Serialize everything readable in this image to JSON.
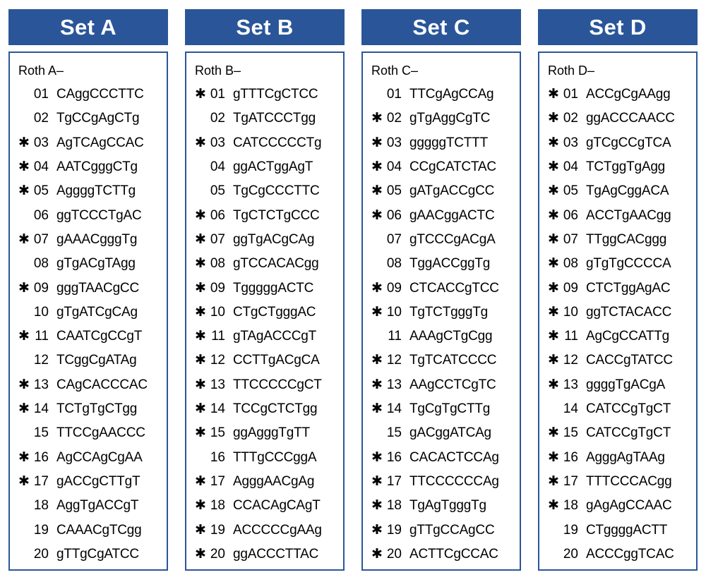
{
  "accent_color": "#2a5699",
  "background_color": "#ffffff",
  "text_color": "#000000",
  "star_glyph": "✱",
  "sets": [
    {
      "header": "Set A",
      "subtitle": "Roth A–",
      "rows": [
        {
          "star": "",
          "index": "01",
          "sequence": "CAggCCCTTC"
        },
        {
          "star": "",
          "index": "02",
          "sequence": "TgCCgAgCTg"
        },
        {
          "star": "✱",
          "index": "03",
          "sequence": "AgTCAgCCAC"
        },
        {
          "star": "✱",
          "index": "04",
          "sequence": "AATCgggCTg"
        },
        {
          "star": "✱",
          "index": "05",
          "sequence": "AggggTCTTg"
        },
        {
          "star": "",
          "index": "06",
          "sequence": "ggTCCCTgAC"
        },
        {
          "star": "✱",
          "index": "07",
          "sequence": "gAAACgggTg"
        },
        {
          "star": "",
          "index": "08",
          "sequence": "gTgACgTAgg"
        },
        {
          "star": "✱",
          "index": "09",
          "sequence": "gggTAACgCC"
        },
        {
          "star": "",
          "index": "10",
          "sequence": "gTgATCgCAg"
        },
        {
          "star": "✱",
          "index": "11",
          "sequence": "CAATCgCCgT"
        },
        {
          "star": "",
          "index": "12",
          "sequence": "TCggCgATAg"
        },
        {
          "star": "✱",
          "index": "13",
          "sequence": "CAgCACCCAC"
        },
        {
          "star": "✱",
          "index": "14",
          "sequence": "TCTgTgCTgg"
        },
        {
          "star": "",
          "index": "15",
          "sequence": "TTCCgAACCC"
        },
        {
          "star": "✱",
          "index": "16",
          "sequence": "AgCCAgCgAA"
        },
        {
          "star": "✱",
          "index": "17",
          "sequence": "gACCgCTTgT"
        },
        {
          "star": "",
          "index": "18",
          "sequence": "AggTgACCgT"
        },
        {
          "star": "",
          "index": "19",
          "sequence": "CAAACgTCgg"
        },
        {
          "star": "",
          "index": "20",
          "sequence": "gTTgCgATCC"
        }
      ]
    },
    {
      "header": "Set B",
      "subtitle": "Roth B–",
      "rows": [
        {
          "star": "✱",
          "index": "01",
          "sequence": "gTTTCgCTCC"
        },
        {
          "star": "",
          "index": "02",
          "sequence": "TgATCCCTgg"
        },
        {
          "star": "✱",
          "index": "03",
          "sequence": "CATCCCCCTg"
        },
        {
          "star": "",
          "index": "04",
          "sequence": "ggACTggAgT"
        },
        {
          "star": "",
          "index": "05",
          "sequence": "TgCgCCCTTC"
        },
        {
          "star": "✱",
          "index": "06",
          "sequence": "TgCTCTgCCC"
        },
        {
          "star": "✱",
          "index": "07",
          "sequence": "ggTgACgCAg"
        },
        {
          "star": "✱",
          "index": "08",
          "sequence": "gTCCACACgg"
        },
        {
          "star": "✱",
          "index": "09",
          "sequence": "TgggggACTC"
        },
        {
          "star": "✱",
          "index": "10",
          "sequence": "CTgCTgggAC"
        },
        {
          "star": "✱",
          "index": "11",
          "sequence": "gTAgACCCgT"
        },
        {
          "star": "✱",
          "index": "12",
          "sequence": "CCTTgACgCA"
        },
        {
          "star": "✱",
          "index": "13",
          "sequence": "TTCCCCCgCT"
        },
        {
          "star": "✱",
          "index": "14",
          "sequence": "TCCgCTCTgg"
        },
        {
          "star": "✱",
          "index": "15",
          "sequence": "ggAgggTgTT"
        },
        {
          "star": "",
          "index": "16",
          "sequence": "TTTgCCCggA"
        },
        {
          "star": "✱",
          "index": "17",
          "sequence": "AgggAACgAg"
        },
        {
          "star": "✱",
          "index": "18",
          "sequence": "CCACAgCAgT"
        },
        {
          "star": "✱",
          "index": "19",
          "sequence": "ACCCCCgAAg"
        },
        {
          "star": "✱",
          "index": "20",
          "sequence": "ggACCCTTAC"
        }
      ]
    },
    {
      "header": "Set C",
      "subtitle": "Roth C–",
      "rows": [
        {
          "star": "",
          "index": "01",
          "sequence": "TTCgAgCCAg"
        },
        {
          "star": "✱",
          "index": "02",
          "sequence": "gTgAggCgTC"
        },
        {
          "star": "✱",
          "index": "03",
          "sequence": "gggggTCTTT"
        },
        {
          "star": "✱",
          "index": "04",
          "sequence": "CCgCATCTAC"
        },
        {
          "star": "✱",
          "index": "05",
          "sequence": "gATgACCgCC"
        },
        {
          "star": "✱",
          "index": "06",
          "sequence": "gAACggACTC"
        },
        {
          "star": "",
          "index": "07",
          "sequence": "gTCCCgACgA"
        },
        {
          "star": "",
          "index": "08",
          "sequence": "TggACCggTg"
        },
        {
          "star": "✱",
          "index": "09",
          "sequence": "CTCACCgTCC"
        },
        {
          "star": "✱",
          "index": "10",
          "sequence": "TgTCTgggTg"
        },
        {
          "star": "",
          "index": "11",
          "sequence": "AAAgCTgCgg"
        },
        {
          "star": "✱",
          "index": "12",
          "sequence": "TgTCATCCCC"
        },
        {
          "star": "✱",
          "index": "13",
          "sequence": "AAgCCTCgTC"
        },
        {
          "star": "✱",
          "index": "14",
          "sequence": "TgCgTgCTTg"
        },
        {
          "star": "",
          "index": "15",
          "sequence": "gACggATCAg"
        },
        {
          "star": "✱",
          "index": "16",
          "sequence": "CACACTCCAg"
        },
        {
          "star": "✱",
          "index": "17",
          "sequence": "TTCCCCCCAg"
        },
        {
          "star": "✱",
          "index": "18",
          "sequence": "TgAgTgggTg"
        },
        {
          "star": "✱",
          "index": "19",
          "sequence": "gTTgCCAgCC"
        },
        {
          "star": "✱",
          "index": "20",
          "sequence": "ACTTCgCCAC"
        }
      ]
    },
    {
      "header": "Set D",
      "subtitle": "Roth D–",
      "rows": [
        {
          "star": "✱",
          "index": "01",
          "sequence": "ACCgCgAAgg"
        },
        {
          "star": "✱",
          "index": "02",
          "sequence": "ggACCCAACC"
        },
        {
          "star": "✱",
          "index": "03",
          "sequence": "gTCgCCgTCA"
        },
        {
          "star": "✱",
          "index": "04",
          "sequence": "TCTggTgAgg"
        },
        {
          "star": "✱",
          "index": "05",
          "sequence": "TgAgCggACA"
        },
        {
          "star": "✱",
          "index": "06",
          "sequence": "ACCTgAACgg"
        },
        {
          "star": "✱",
          "index": "07",
          "sequence": "TTggCACggg"
        },
        {
          "star": "✱",
          "index": "08",
          "sequence": "gTgTgCCCCA"
        },
        {
          "star": "✱",
          "index": "09",
          "sequence": "CTCTggAgAC"
        },
        {
          "star": "✱",
          "index": "10",
          "sequence": "ggTCTACACC"
        },
        {
          "star": "✱",
          "index": "11",
          "sequence": "AgCgCCATTg"
        },
        {
          "star": "✱",
          "index": "12",
          "sequence": "CACCgTATCC"
        },
        {
          "star": "✱",
          "index": "13",
          "sequence": "ggggTgACgA"
        },
        {
          "star": "",
          "index": "14",
          "sequence": "CATCCgTgCT"
        },
        {
          "star": "✱",
          "index": "15",
          "sequence": "CATCCgTgCT"
        },
        {
          "star": "✱",
          "index": "16",
          "sequence": "AgggAgTAAg"
        },
        {
          "star": "✱",
          "index": "17",
          "sequence": "TTTCCCACgg"
        },
        {
          "star": "✱",
          "index": "18",
          "sequence": "gAgAgCCAAC"
        },
        {
          "star": "",
          "index": "19",
          "sequence": "CTggggACTT"
        },
        {
          "star": "",
          "index": "20",
          "sequence": "ACCCggTCAC"
        }
      ]
    }
  ]
}
